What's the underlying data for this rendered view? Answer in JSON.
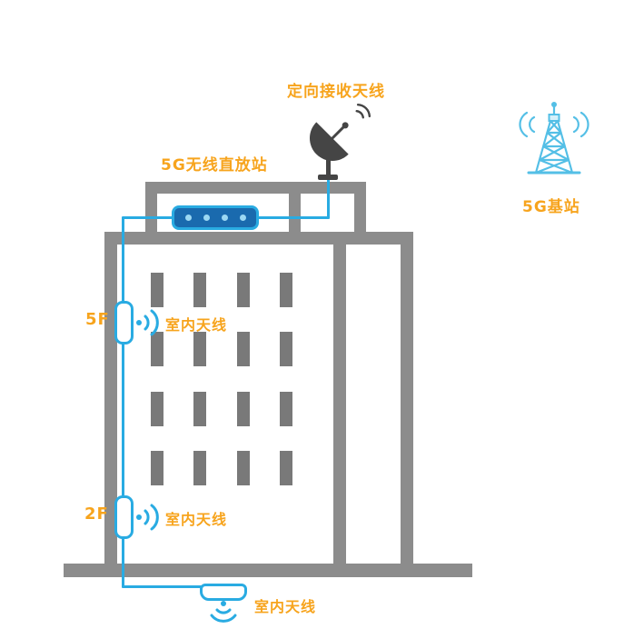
{
  "labels": {
    "receiving_antenna": "定向接收天线",
    "repeater": "5G无线直放站",
    "base_station": "5G基站",
    "floor5": "5F",
    "floor2": "2F",
    "indoor_antenna_5f": "室内天线",
    "indoor_antenna_2f": "室内天线",
    "indoor_antenna_ground": "室内天线"
  },
  "colors": {
    "label_orange": "#F7A41D",
    "cable_blue": "#29ABE2",
    "repeater_fill_blue": "#1A6AAE",
    "building_gray": "#8C8C8C",
    "window_gray": "#797979",
    "dish_gray": "#454545",
    "tower_blue": "#54BFE6"
  }
}
